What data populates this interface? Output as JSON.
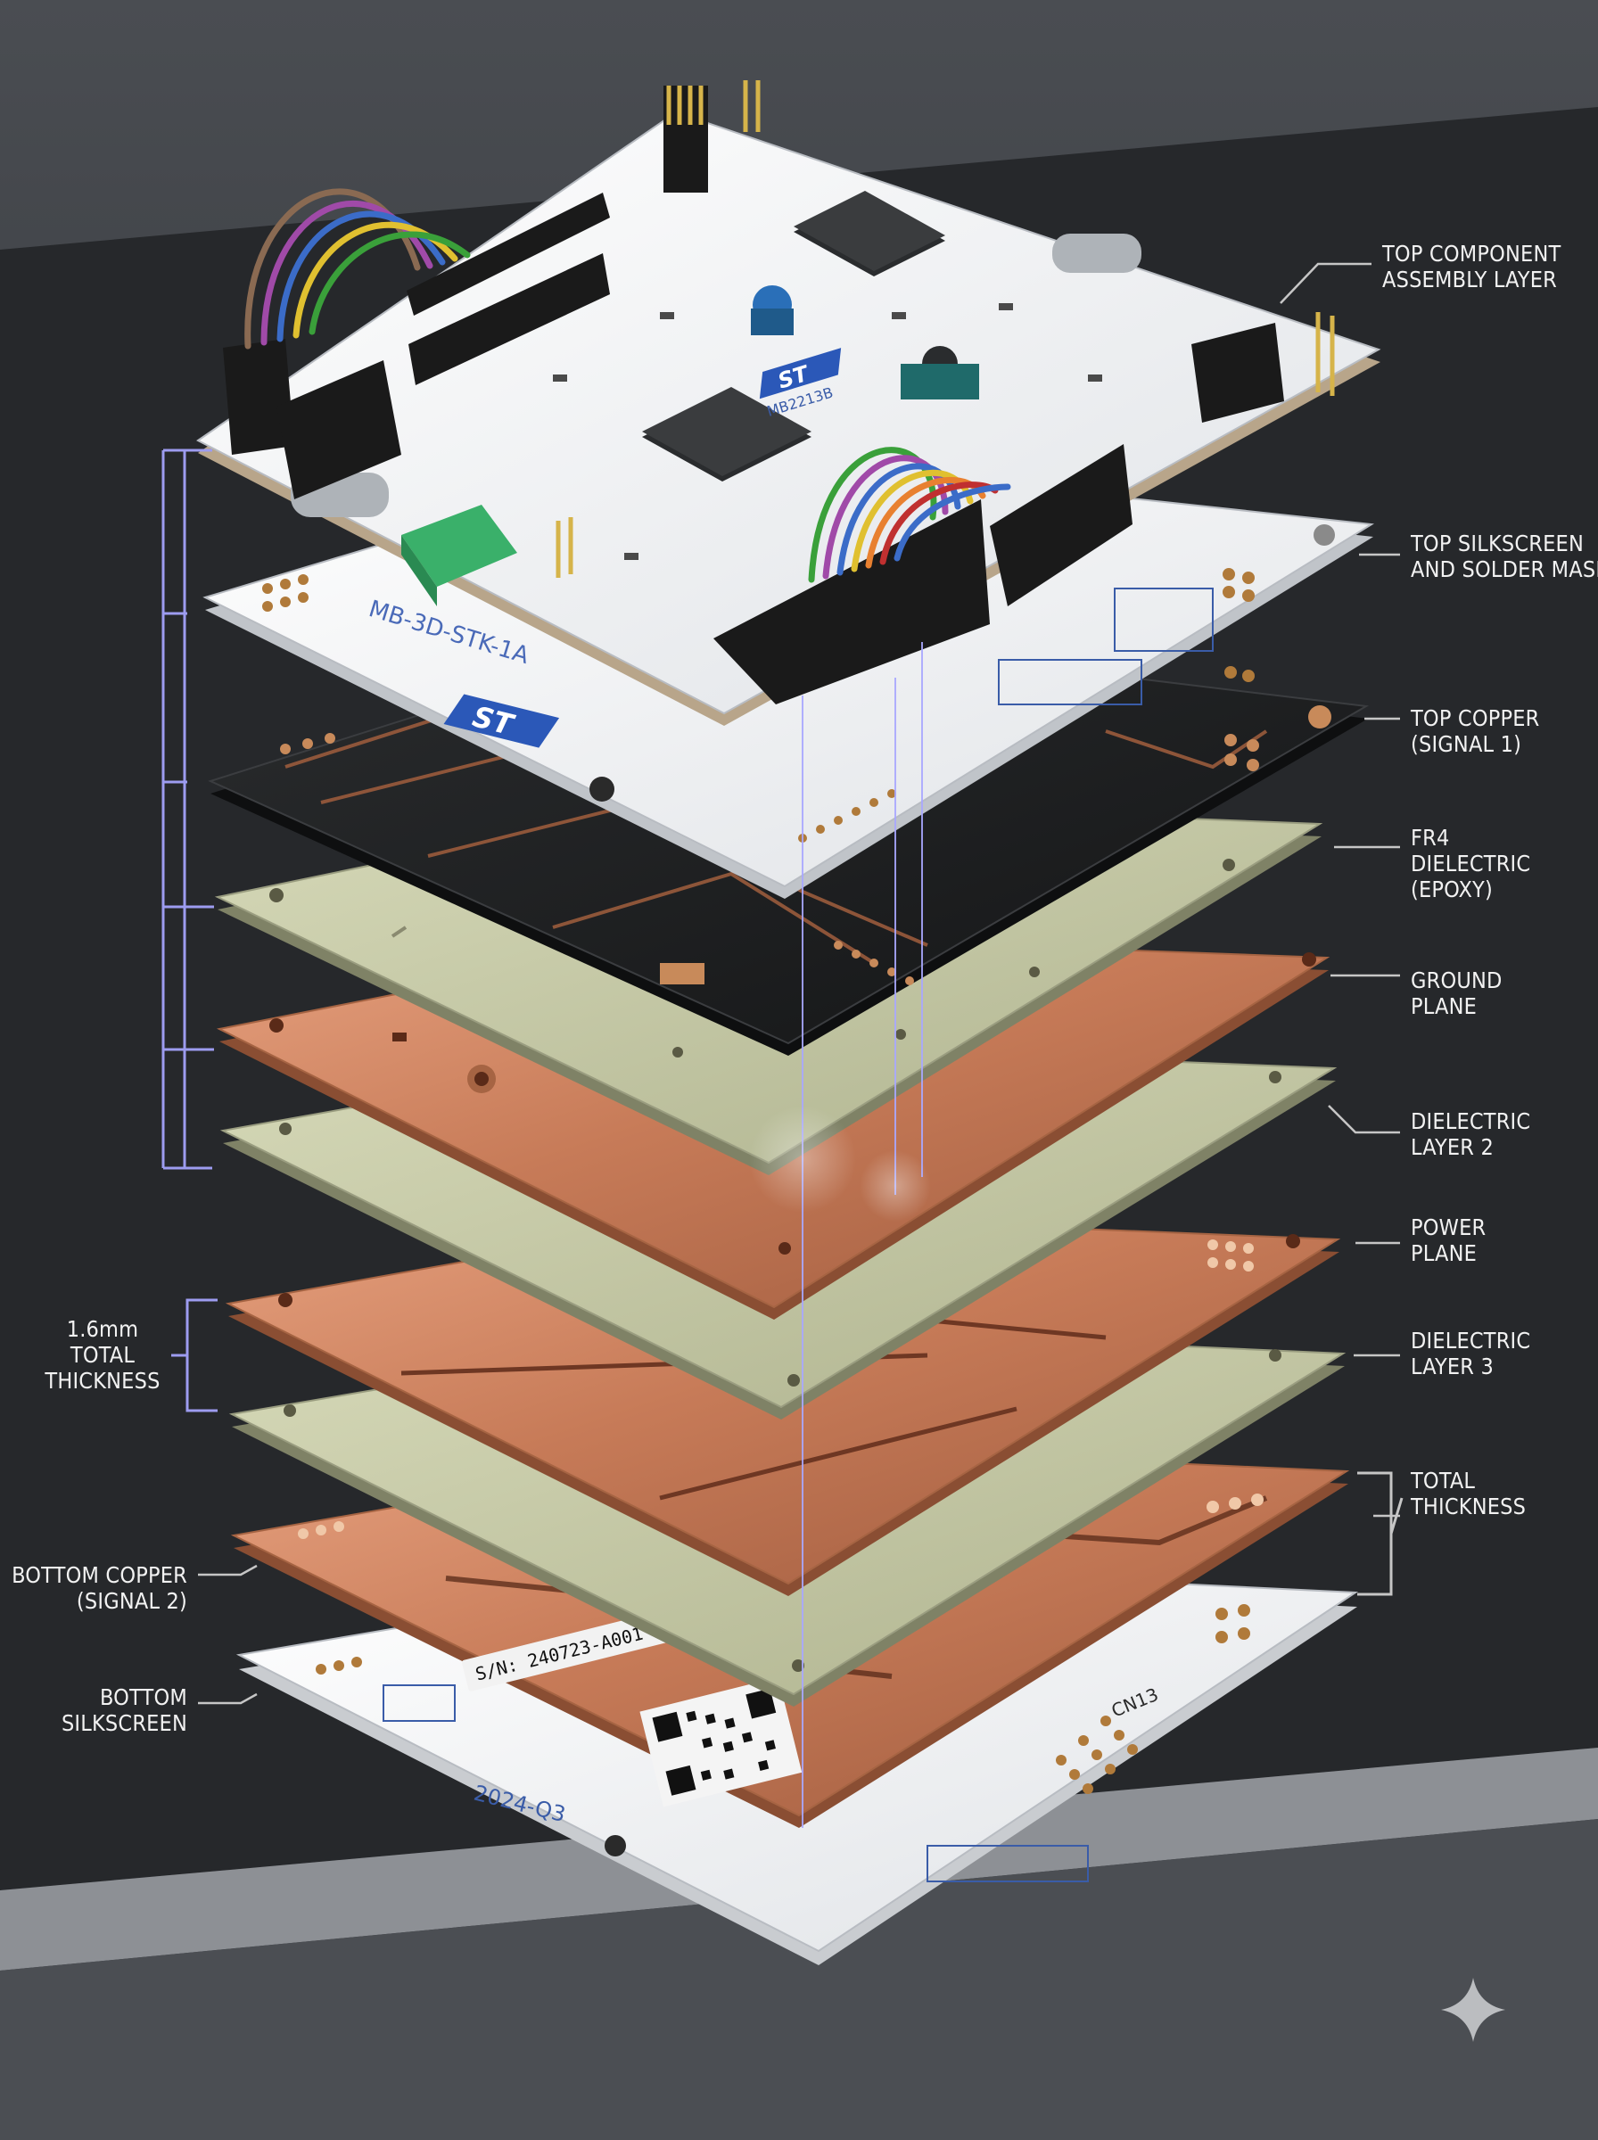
{
  "labels": {
    "top_component_assembly": [
      "TOP COMPONENT",
      "ASSEMBLY LAYER"
    ],
    "top_silkscreen_mask": [
      "TOP SILKSCREEN",
      "AND SOLDER MASK"
    ],
    "top_copper": [
      "TOP COPPER",
      "(SIGNAL 1)"
    ],
    "fr4_dielectric": [
      "FR4",
      "DIELECTRIC",
      "(EPOXY)"
    ],
    "ground_plane": [
      "GROUND",
      "PLANE"
    ],
    "dielectric_layer_2": [
      "DIELECTRIC",
      "LAYER 2"
    ],
    "power_plane": [
      "POWER",
      "PLANE"
    ],
    "dielectric_layer_3": [
      "DIELECTRIC",
      "LAYER 3"
    ],
    "total_thickness_right": [
      "TOTAL",
      "THICKNESS"
    ],
    "total_thickness_left": [
      "1.6mm",
      "TOTAL",
      "THICKNESS"
    ],
    "bottom_copper": [
      "BOTTOM COPPER",
      "(SIGNAL 2)"
    ],
    "bottom_silkscreen": [
      "BOTTOM",
      "SILKSCREEN"
    ]
  },
  "board_markings": {
    "board_id": "MB-3D-STK-1A",
    "part_number": "MB2213B",
    "brand_logo": "ST",
    "serial_number": "S/N: 240723-A001",
    "date_code": "2024-Q3",
    "connector": "CN13"
  },
  "colors": {
    "background": "#3a3d42",
    "silkscreen_white": "#eef0f2",
    "solder_mask_black": "#1d1f21",
    "copper": "#c77b58",
    "fr4": "#c3c7a3",
    "guide_line": "#a9a8ff",
    "callout_text": "#f2f2f2"
  },
  "icons": [
    "sparkle-icon"
  ]
}
